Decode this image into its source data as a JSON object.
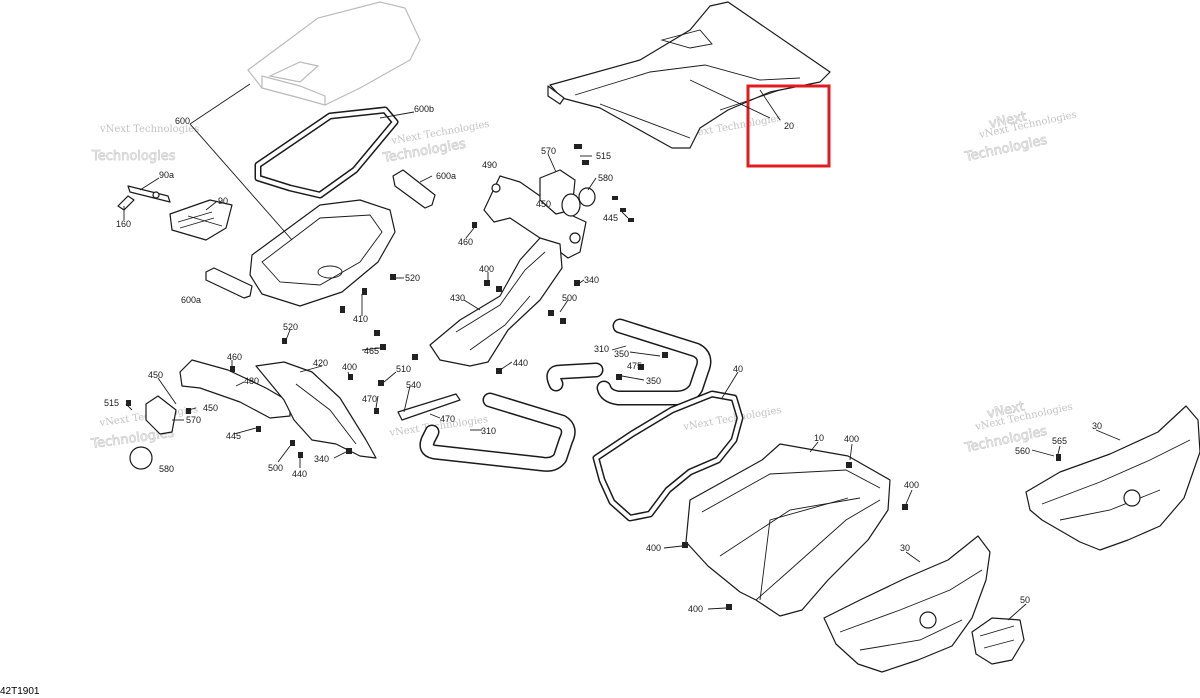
{
  "diagram": {
    "reference_code": "42T1901",
    "highlight_color": "#e11b22",
    "highlighted_callout": "20",
    "watermark_lines": [
      "vNext Technologies",
      "vNext",
      "Technologies"
    ],
    "callouts": [
      "600",
      "600b",
      "600a",
      "600a",
      "90a",
      "90",
      "160",
      "490",
      "570",
      "515",
      "450",
      "580",
      "445",
      "460",
      "20",
      "400",
      "340",
      "500",
      "430",
      "520",
      "410",
      "520",
      "465",
      "460",
      "420",
      "480",
      "450",
      "515",
      "450",
      "570",
      "445",
      "400",
      "510",
      "470",
      "540",
      "470",
      "500",
      "440",
      "340",
      "580",
      "440",
      "310",
      "350",
      "475",
      "350",
      "310",
      "40",
      "10",
      "400",
      "400",
      "400",
      "400",
      "30",
      "560",
      "565",
      "30",
      "50"
    ]
  }
}
